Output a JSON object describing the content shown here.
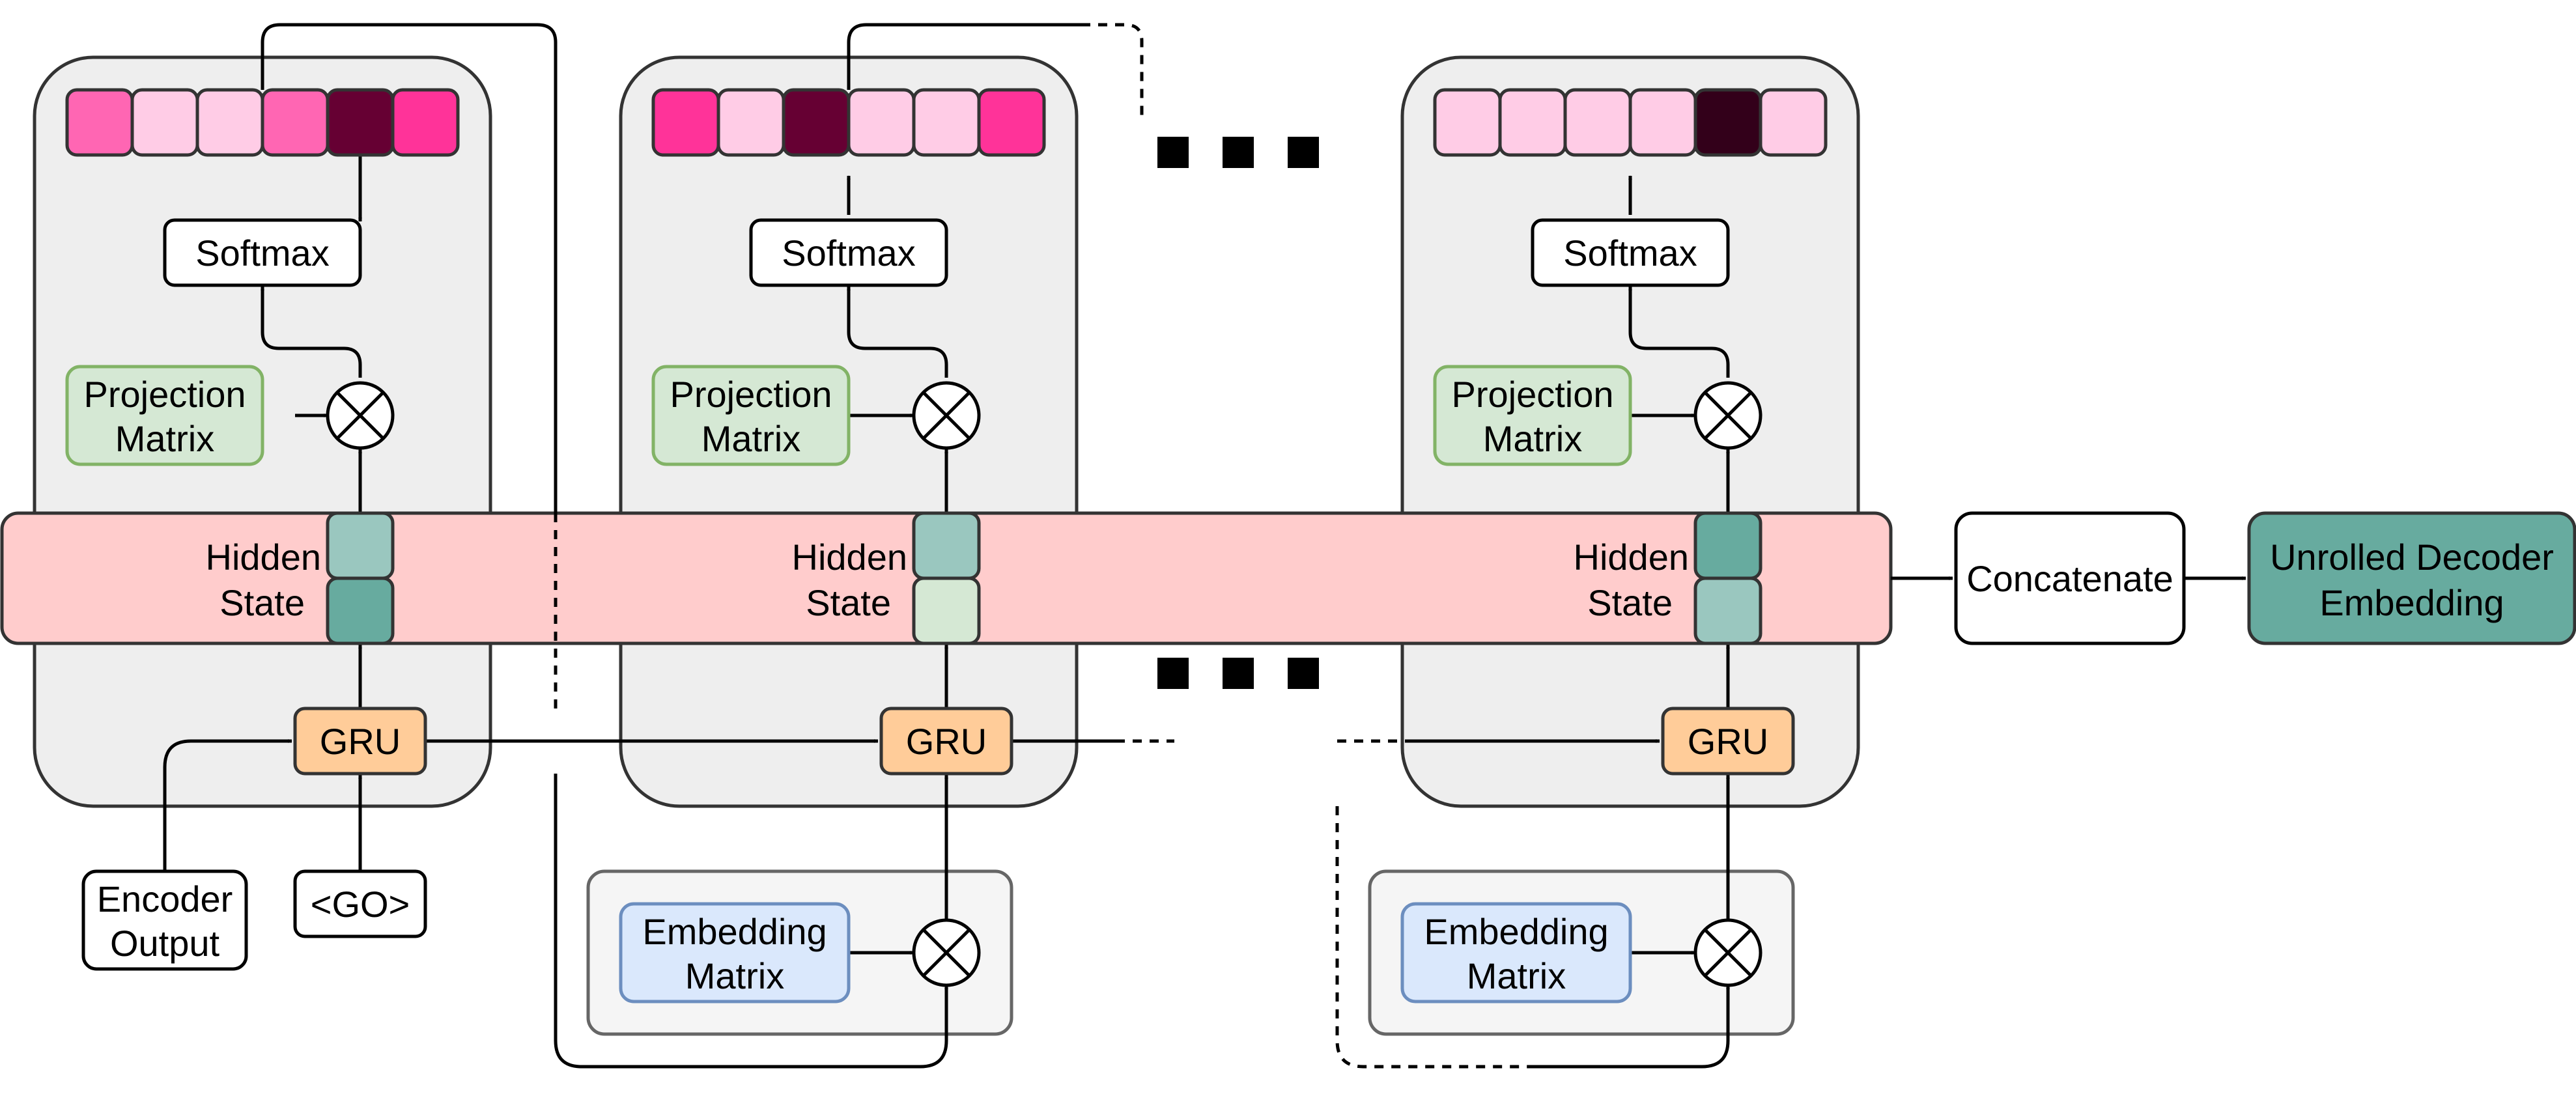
{
  "labels": {
    "softmax": "Softmax",
    "projection_line1": "Projection",
    "projection_line2": "Matrix",
    "hidden_line1": "Hidden",
    "hidden_line2": "State",
    "gru": "GRU",
    "embedding_line1": "Embedding",
    "embedding_line2": "Matrix",
    "encoder_line1": "Encoder",
    "encoder_line2": "Output",
    "go": "<GO>",
    "concatenate": "Concatenate",
    "output_line1": "Unrolled Decoder",
    "output_line2": "Embedding"
  },
  "colors": {
    "step_panel": "#eeeeee",
    "projection_fill": "#d5e8d4",
    "projection_stroke": "#82b366",
    "embedding_fill": "#dae8fc",
    "embedding_stroke": "#6c8ebf",
    "gru_fill": "#ffcc99",
    "hidden_band": "#ffcccc",
    "output_fill": "#67ab9f"
  },
  "steps": [
    {
      "output_cells": [
        "#ff66b3",
        "#ffcce6",
        "#ffcce6",
        "#ff66b3",
        "#660033",
        "#ff3399"
      ],
      "hidden_cells": [
        "#9ac7bf",
        "#67ab9f"
      ]
    },
    {
      "output_cells": [
        "#ff3399",
        "#ffcce6",
        "#660033",
        "#ffcce6",
        "#ffcce6",
        "#ff3399"
      ],
      "hidden_cells": [
        "#9ac7bf",
        "#d5e8d4"
      ]
    },
    {
      "output_cells": [
        "#ffcce6",
        "#ffcce6",
        "#ffcce6",
        "#ffcce6",
        "#33001a",
        "#ffcce6"
      ],
      "hidden_cells": [
        "#67ab9f",
        "#9ac7bf"
      ]
    }
  ]
}
